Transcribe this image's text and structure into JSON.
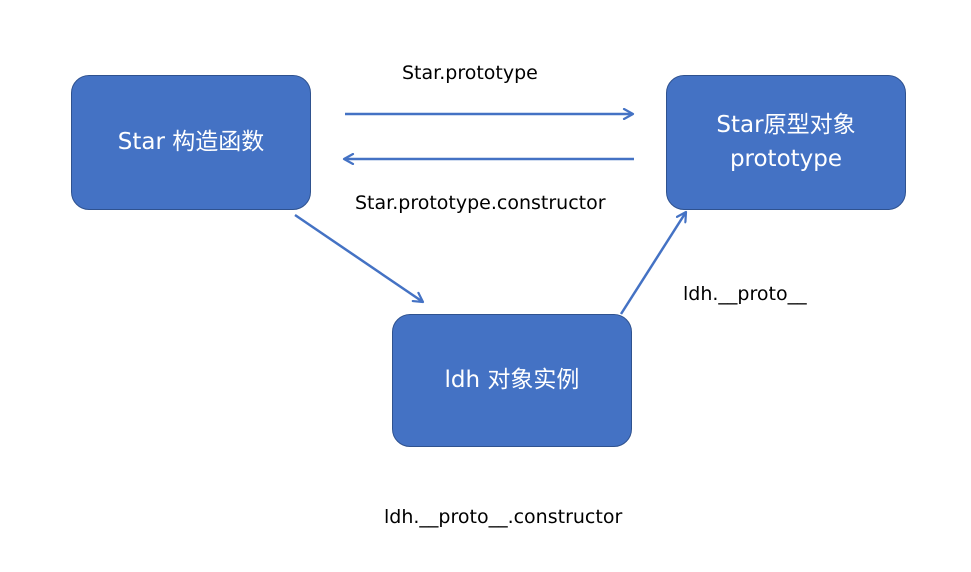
{
  "nodes": {
    "constructor": "Star 构造函数",
    "prototype": "Star原型对象\nprototype",
    "instance": "ldh 对象实例"
  },
  "edges": {
    "constructor_to_prototype": "Star.prototype",
    "prototype_to_constructor": "Star.prototype.constructor",
    "instance_to_prototype": "ldh.__proto__",
    "instance_proto_constructor": "ldh.__proto__.constructor"
  },
  "colors": {
    "node_fill": "#4472c4",
    "node_border": "#2f528f",
    "arrow": "#4472c4"
  }
}
